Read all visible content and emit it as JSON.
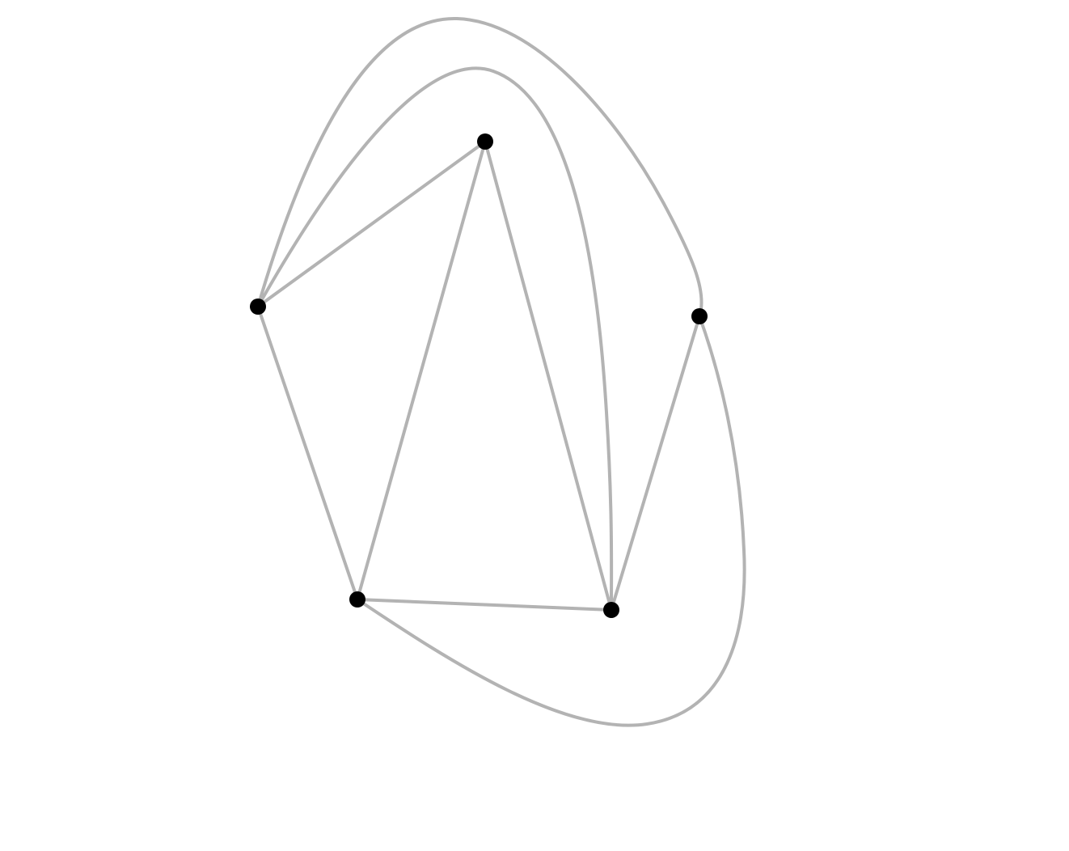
{
  "diagram": {
    "type": "graph",
    "background_color": "#ffffff",
    "edge_color": "#b3b3b3",
    "node_color": "#000000",
    "nodes": [
      {
        "id": "A"
      },
      {
        "id": "B"
      },
      {
        "id": "C"
      },
      {
        "id": "D"
      },
      {
        "id": "E"
      }
    ],
    "edges": [
      {
        "from": "B",
        "to": "A",
        "shape": "straight"
      },
      {
        "from": "B",
        "to": "C",
        "shape": "straight"
      },
      {
        "from": "A",
        "to": "C",
        "shape": "straight"
      },
      {
        "from": "A",
        "to": "D",
        "shape": "straight"
      },
      {
        "from": "C",
        "to": "D",
        "shape": "straight"
      },
      {
        "from": "D",
        "to": "E",
        "shape": "straight"
      },
      {
        "from": "B",
        "to": "D",
        "shape": "curved"
      },
      {
        "from": "B",
        "to": "E",
        "shape": "curved"
      },
      {
        "from": "C",
        "to": "E",
        "shape": "curved"
      }
    ]
  }
}
